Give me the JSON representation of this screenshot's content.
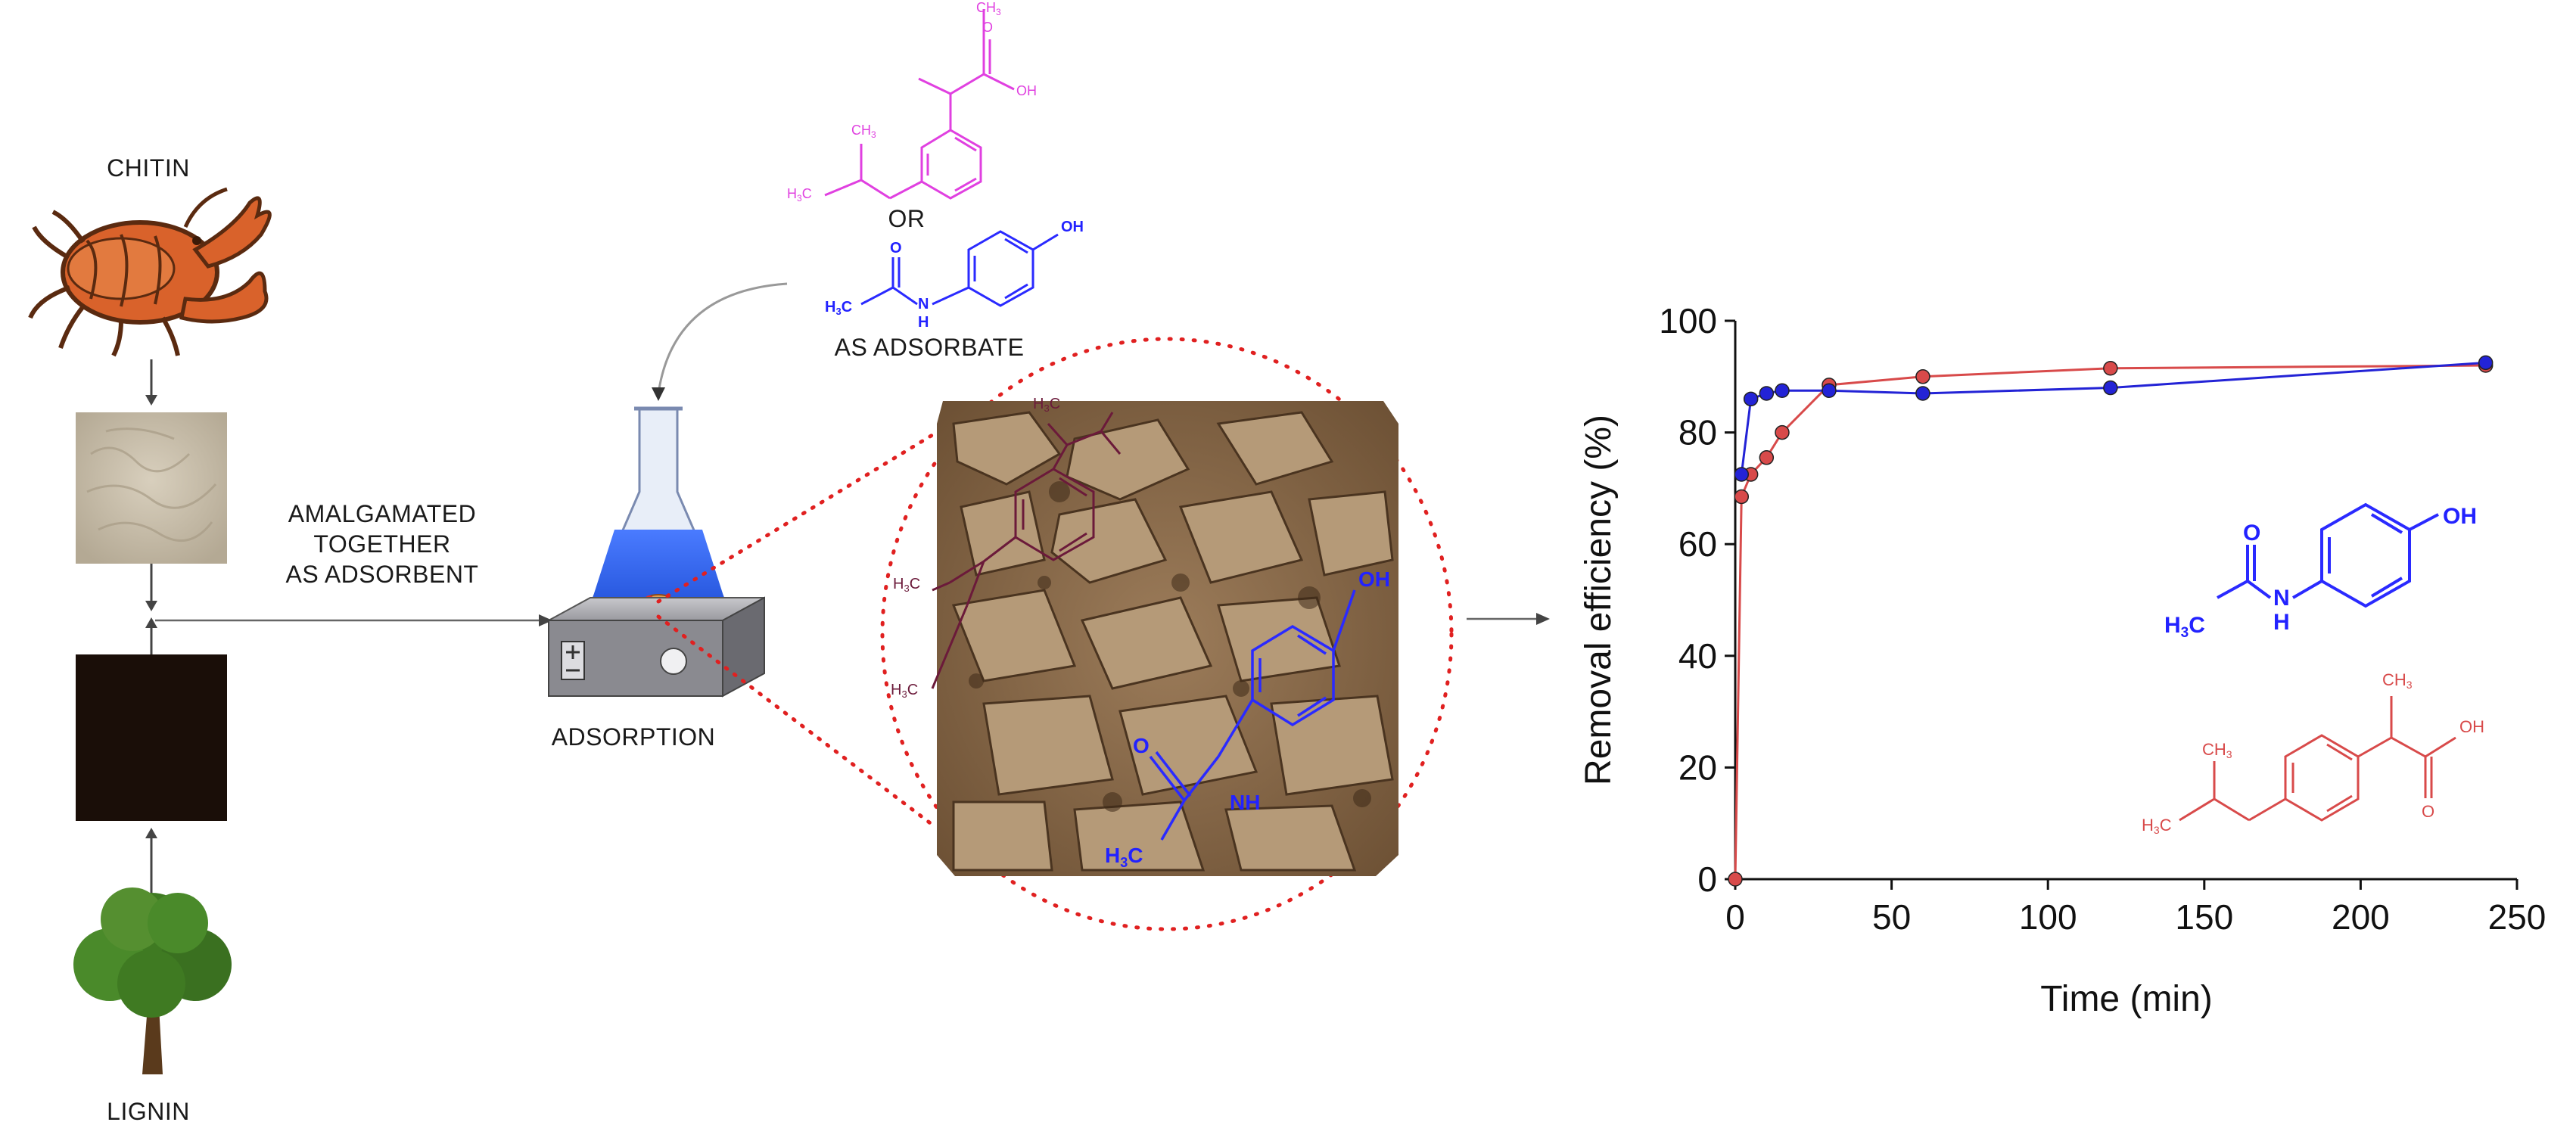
{
  "labels": {
    "chitin": "CHITIN",
    "lignin": "LIGNIN",
    "amalgamated_line1": "AMALGAMATED",
    "amalgamated_line2": "TOGETHER",
    "amalgamated_line3": "AS ADSORBENT",
    "adsorption": "ADSORPTION",
    "or": "OR",
    "as_adsorbate": "AS ADSORBATE"
  },
  "chem": {
    "ch3": "CH",
    "h3c": "H",
    "oh": "OH",
    "o": "O",
    "n": "N",
    "h": "H",
    "nh": "NH",
    "c": "C",
    "sub3": "3"
  },
  "colors": {
    "ibuprofen_chart": "#d84a4a",
    "paracetamol_chart": "#2323d6",
    "ibuprofen_top": "#e040e0",
    "paracetamol": "#2a2aff",
    "ibuprofen_overlay": "#6b1a3a",
    "dotted_circle": "#e02020"
  },
  "chart_data": {
    "type": "line",
    "xlabel": "Time (min)",
    "ylabel": "Removal efficiency (%)",
    "xlim": [
      0,
      250
    ],
    "ylim": [
      0,
      100
    ],
    "xticks": [
      "0",
      "50",
      "100",
      "150",
      "200",
      "250"
    ],
    "yticks": [
      "0",
      "20",
      "40",
      "60",
      "80",
      "100"
    ],
    "series": [
      {
        "color": "#d84a4a",
        "x": [
          0,
          2,
          5,
          10,
          15,
          30,
          60,
          120,
          240
        ],
        "y": [
          0,
          68.5,
          72.5,
          75.5,
          80,
          88.5,
          90,
          91.5,
          92
        ]
      },
      {
        "color": "#2323d6",
        "x": [
          2,
          5,
          10,
          15,
          30,
          60,
          120,
          240
        ],
        "y": [
          72.5,
          86,
          87,
          87.5,
          87.5,
          87,
          88,
          92.5
        ]
      }
    ]
  }
}
